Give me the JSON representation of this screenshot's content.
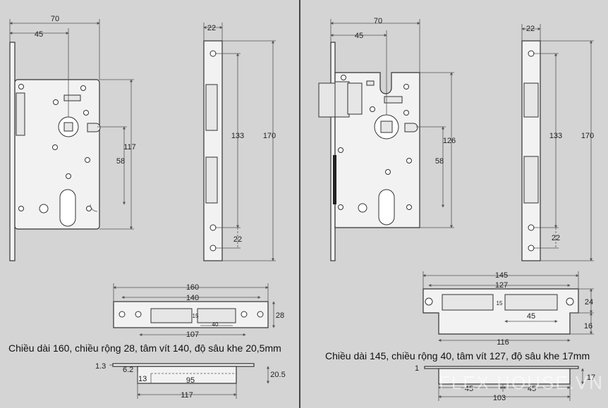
{
  "left": {
    "case_dims": {
      "width": "70",
      "backset": "45",
      "height_right": "117",
      "center": "58"
    },
    "faceplate_dims": {
      "width": "22",
      "length": "170",
      "screw_span": "133",
      "bottom": "22"
    },
    "strike_dims": {
      "total": "160",
      "screw_span": "140",
      "height": "28",
      "slot_height": "15",
      "slot_small": "40",
      "slot_span": "107"
    },
    "side_dims": {
      "plate": "1.3",
      "flange": "6.2",
      "gap": "13",
      "depth": "95",
      "total": "117",
      "slot_depth": "20.5"
    },
    "caption": "Chiều dài 160, chiều rộng 28, tâm vít 140, độ sâu khe 20,5mm"
  },
  "right": {
    "case_dims": {
      "width": "70",
      "backset": "45",
      "height_right": "126",
      "center": "58"
    },
    "faceplate_dims": {
      "width": "22",
      "length": "170",
      "screw_span": "133",
      "bottom": "22"
    },
    "strike_dims": {
      "total": "145",
      "screw_span": "127",
      "height": "24",
      "slot_height": "15",
      "slot_span": "45",
      "bottom_width": "116",
      "lip": "16"
    },
    "side_dims": {
      "plate": "1",
      "left_span": "45",
      "right_span": "45",
      "total": "103",
      "depth": "17"
    },
    "caption": "Chiều dài 145, chiều rộng 40, tâm vít 127, độ sâu khe 17mm"
  },
  "watermark": "FLEX HOUSE.VN"
}
